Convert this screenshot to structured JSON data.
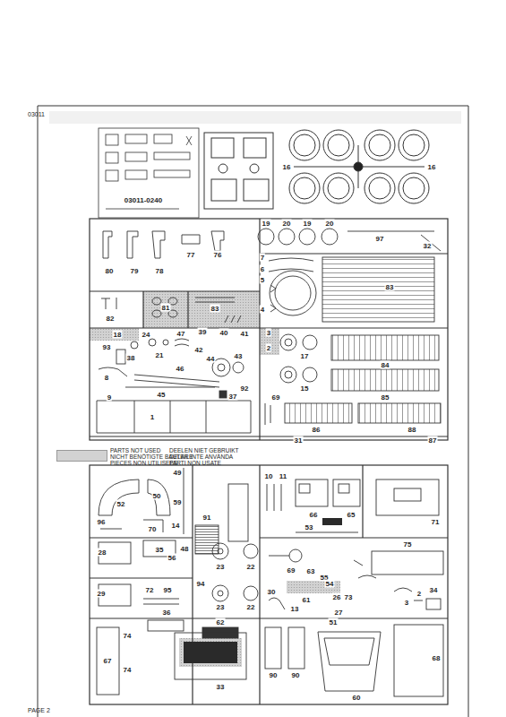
{
  "diagram": {
    "labels": [
      "03011",
      "03011-0240",
      "16",
      "16",
      "80",
      "79",
      "78",
      "77",
      "76",
      "19",
      "20",
      "19",
      "20",
      "97",
      "32",
      "7",
      "6",
      "5",
      "4",
      "83",
      "82",
      "81",
      "83",
      "18",
      "24",
      "93",
      "47",
      "39",
      "40",
      "41",
      "38",
      "21",
      "42",
      "44",
      "43",
      "46",
      "8",
      "92",
      "45",
      "37",
      "9",
      "1",
      "3",
      "2",
      "17",
      "15",
      "84",
      "85",
      "69",
      "86",
      "88",
      "31",
      "87",
      "49",
      "10",
      "11",
      "52",
      "50",
      "59",
      "91",
      "66",
      "65",
      "53",
      "71",
      "96",
      "70",
      "14",
      "48",
      "28",
      "35",
      "75",
      "56",
      "23",
      "22",
      "69",
      "63",
      "55",
      "61",
      "13",
      "29",
      "72",
      "95",
      "94",
      "23",
      "22",
      "54",
      "26",
      "73",
      "27",
      "3",
      "2",
      "34",
      "30",
      "36",
      "62",
      "74",
      "67",
      "74",
      "33",
      "90",
      "90",
      "51",
      "60",
      "68",
      "NICHT BENÖTIGTE BAUTEILE",
      "PIECES NON UTILISEES",
      "DEELEN NIET GEBRUIKT",
      "DELAR INTE ANVÄNDA",
      "PARTI NON USATE",
      "PAGE 2"
    ],
    "legend": [
      {
        "text": "PARTS NOT USED",
        "color": "#d2d2d2"
      }
    ]
  }
}
